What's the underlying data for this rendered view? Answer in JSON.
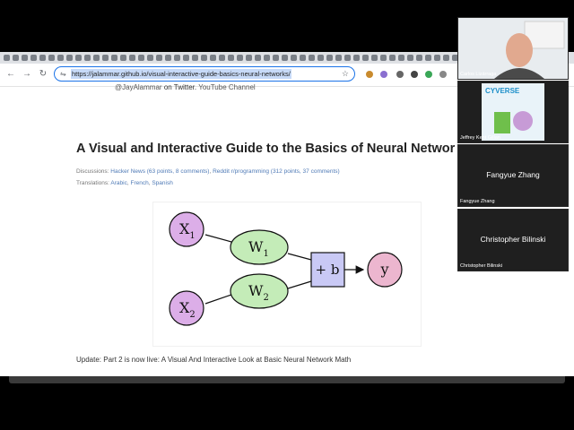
{
  "browser": {
    "url": "https://jalammar.github.io/visual-interactive-guide-basics-neural-networks/",
    "close_tab": "×",
    "new_tab": "+",
    "back": "←",
    "forward": "→",
    "reload": "↻",
    "site_info_icon": "⇋",
    "bookmark": "☆"
  },
  "article": {
    "author_line_prefix": "@JayAlammar",
    "author_line_on": "on Twitter.",
    "author_line_channel": "YouTube Channel",
    "title": "A Visual and Interactive Guide to the Basics of Neural Networ",
    "discussions_label": "Discussions:",
    "discussion_hn": "Hacker News (63 points, 8 comments)",
    "discussion_reddit": "Reddit r/programming (312 points, 37 comments)",
    "translations_label": "Translations:",
    "translation_arabic": "Arabic",
    "translation_french": "French",
    "translation_spanish": "Spanish",
    "clipped_text": "Update: Part 2 is now live: A Visual And Interactive Look at Basic Neural Network Math"
  },
  "diagram": {
    "x1": "X",
    "x1_sub": "1",
    "x2": "X",
    "x2_sub": "2",
    "w1": "W",
    "w1_sub": "1",
    "w2": "W",
    "w2_sub": "2",
    "bias": "+ b",
    "output": "y",
    "input_fill": "#dcaee8",
    "weight_fill": "#c4ecb8",
    "bias_fill": "#c9c9f5",
    "output_fill": "#ecb6cf"
  },
  "participants": [
    {
      "name": "Carlos Lizárraga"
    },
    {
      "name": "Jeffrey Kent Gillan",
      "logo_text": "CYVERSE"
    },
    {
      "name": "Fangyue Zhang",
      "center_label": "Fangyue Zhang"
    },
    {
      "name": "Christopher Bilinski",
      "center_label": "Christopher Bilinski"
    }
  ]
}
